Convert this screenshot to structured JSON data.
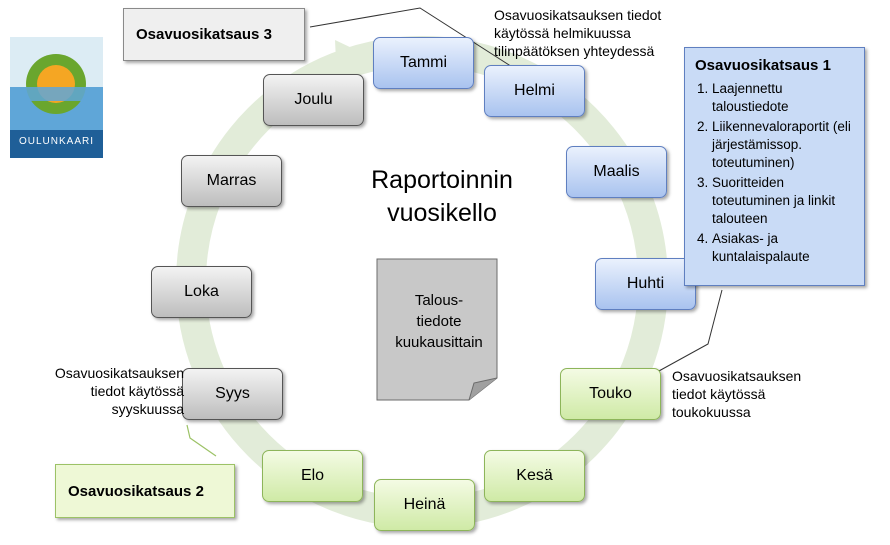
{
  "diagram": {
    "title_lines": [
      "Raportoinnin",
      "vuosikello"
    ],
    "center_doc_lines": [
      "Talous-",
      "tiedote",
      "kuukausittain"
    ]
  },
  "months": [
    {
      "id": "tammi",
      "label": "Tammi",
      "style": "blue"
    },
    {
      "id": "helmi",
      "label": "Helmi",
      "style": "blue"
    },
    {
      "id": "maalis",
      "label": "Maalis",
      "style": "blue"
    },
    {
      "id": "huhti",
      "label": "Huhti",
      "style": "blue"
    },
    {
      "id": "touko",
      "label": "Touko",
      "style": "green"
    },
    {
      "id": "kesa",
      "label": "Kesä",
      "style": "green"
    },
    {
      "id": "heina",
      "label": "Heinä",
      "style": "green"
    },
    {
      "id": "elo",
      "label": "Elo",
      "style": "green"
    },
    {
      "id": "syys",
      "label": "Syys",
      "style": "gray"
    },
    {
      "id": "loka",
      "label": "Loka",
      "style": "gray"
    },
    {
      "id": "marras",
      "label": "Marras",
      "style": "gray"
    },
    {
      "id": "joulu",
      "label": "Joulu",
      "style": "gray"
    }
  ],
  "callouts": {
    "q3": "Osavuosikatsaus 3",
    "q2": "Osavuosikatsaus 2"
  },
  "notes": {
    "top": [
      "Osavuosikatsauksen tiedot",
      "käytössä helmikuussa",
      "tilinpäätöksen yhteydessä"
    ],
    "left": [
      "Osavuosikatsauksen",
      "tiedot käytössä",
      "syyskuussa"
    ],
    "right": [
      "Osavuosikatsauksen",
      "tiedot käytössä",
      "toukokuussa"
    ]
  },
  "q1_box": {
    "title": "Osavuosikatsaus 1",
    "items": [
      "Laajennettu taloustiedote",
      "Liikennevaloraportit (eli järjestämissop. toteutuminen)",
      "Suoritteiden toteutuminen ja linkit talouteen",
      "Asiakas- ja kuntalaispalaute"
    ]
  },
  "logo": {
    "text": "OULUNKAARI"
  },
  "colors": {
    "blue_fill": "#a9c3ef",
    "gray_fill": "#bdbdbd",
    "green_fill": "#cfeaa6",
    "arrow_ring": "#e2ecd9",
    "info_box": "#c9dbf6"
  }
}
